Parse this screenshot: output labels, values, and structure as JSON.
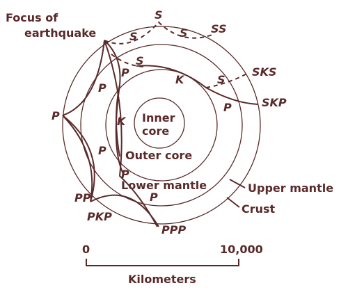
{
  "labels": {
    "focus_line1": "Focus of",
    "focus_line2": "earthquake",
    "inner_core_line1": "Inner",
    "inner_core_line2": "core",
    "outer_core": "Outer core",
    "lower_mantle": "Lower mantle",
    "upper_mantle": "Upper mantle",
    "crust": "Crust"
  },
  "waves": {
    "s_top": "S",
    "s_left": "S",
    "s_right": "S",
    "ss": "SS",
    "s_mid": "S",
    "p_a": "P",
    "k_upper": "K",
    "s_sks": "S",
    "sks": "SKS",
    "p_b": "P",
    "p_upper_left": "P",
    "skp": "SKP",
    "p_focus": "P",
    "k_left": "K",
    "p_c": "P",
    "p_d": "P",
    "p_e": "P",
    "pp": "PP",
    "pkp": "PKP",
    "ppp": "PPP"
  },
  "scale": {
    "start": "0",
    "end": "10,000",
    "unit": "Kilometers"
  },
  "colors": {
    "ink": "#5a2a2a"
  }
}
